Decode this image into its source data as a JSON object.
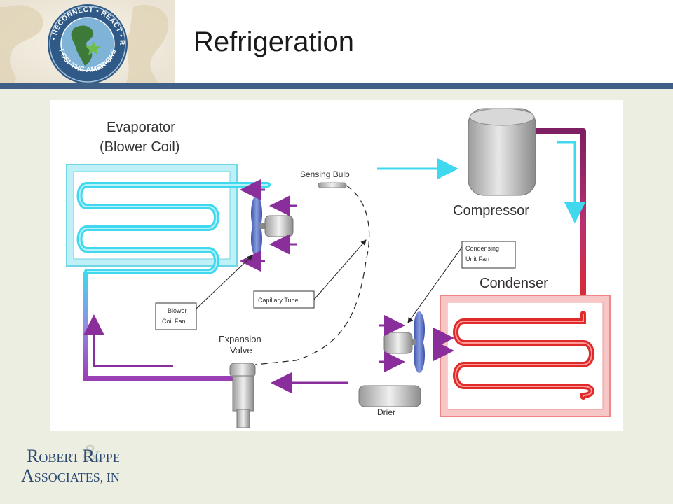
{
  "slide": {
    "title": "Refrigeration"
  },
  "header_logo": {
    "ring_text_top": "RESET • RECONNECT • REACT • RENEW",
    "ring_text_bottom": "FCSI-THE AMERICAS"
  },
  "diagram": {
    "labels": {
      "evaporator_line1": "Evaporator",
      "evaporator_line2": "(Blower Coil)",
      "sensing_bulb": "Sensing Bulb",
      "compressor": "Compressor",
      "condensing_fan_line1": "Condensing",
      "condensing_fan_line2": "Unit Fan",
      "condenser": "Condenser",
      "capillary_tube": "Capillary Tube",
      "blower_fan_line1": "Blower",
      "blower_fan_line2": "Coil Fan",
      "expansion_line1": "Expansion",
      "expansion_line2": "Valve",
      "drier": "Drier"
    },
    "colors": {
      "cold": "#3fd8ef",
      "warm": "#7d1f62",
      "hot": "#e02a2a",
      "purple": "#9b3fb6",
      "arrow_purple": "#8a2e9c"
    }
  },
  "footer_logo": {
    "line1_big": "R",
    "line1_rest": "OBERT ",
    "line1_big2": "R",
    "line1_rest2": "IPPE",
    "line2_big": "A",
    "line2_rest": "SSOCIATES, INC.",
    "ampersand": "&"
  }
}
